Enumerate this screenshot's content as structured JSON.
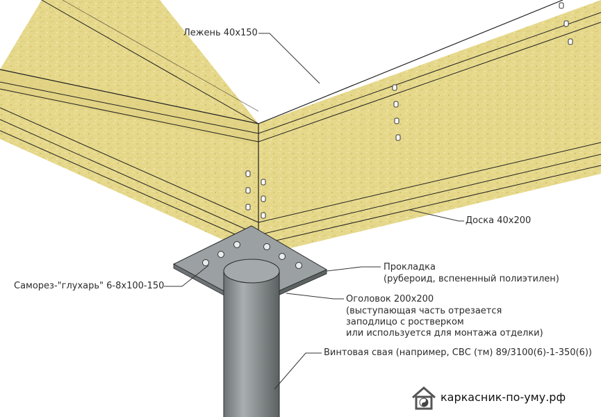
{
  "labels": {
    "lezhen": "Лежень 40х150",
    "doska": "Доска 40х200",
    "prokladka_title": "Прокладка",
    "prokladka_note": "(рубероид, вспененный полиэтилен)",
    "samorez": "Саморез-\"глухарь\" 6-8х100-150",
    "ogolovok_title": "Оголовок 200х200",
    "ogolovok_note": "(выступающая часть отрезается\nзаподлицо с ростверком\nили используется для монтажа отделки)",
    "svaya": "Винтовая свая (например, СВС (тм) 89/3100(6)-1-350(6))"
  },
  "brand": {
    "text": "каркасник-по-уму.рф",
    "icon": "house-yin-yang-icon"
  },
  "colors": {
    "wood": "#e7d98a",
    "wood_dark": "#cbbd66",
    "steel": "#8e9394",
    "steel_light": "#b9bebf",
    "steel_dark": "#5f6566",
    "line": "#1f1f1f"
  }
}
